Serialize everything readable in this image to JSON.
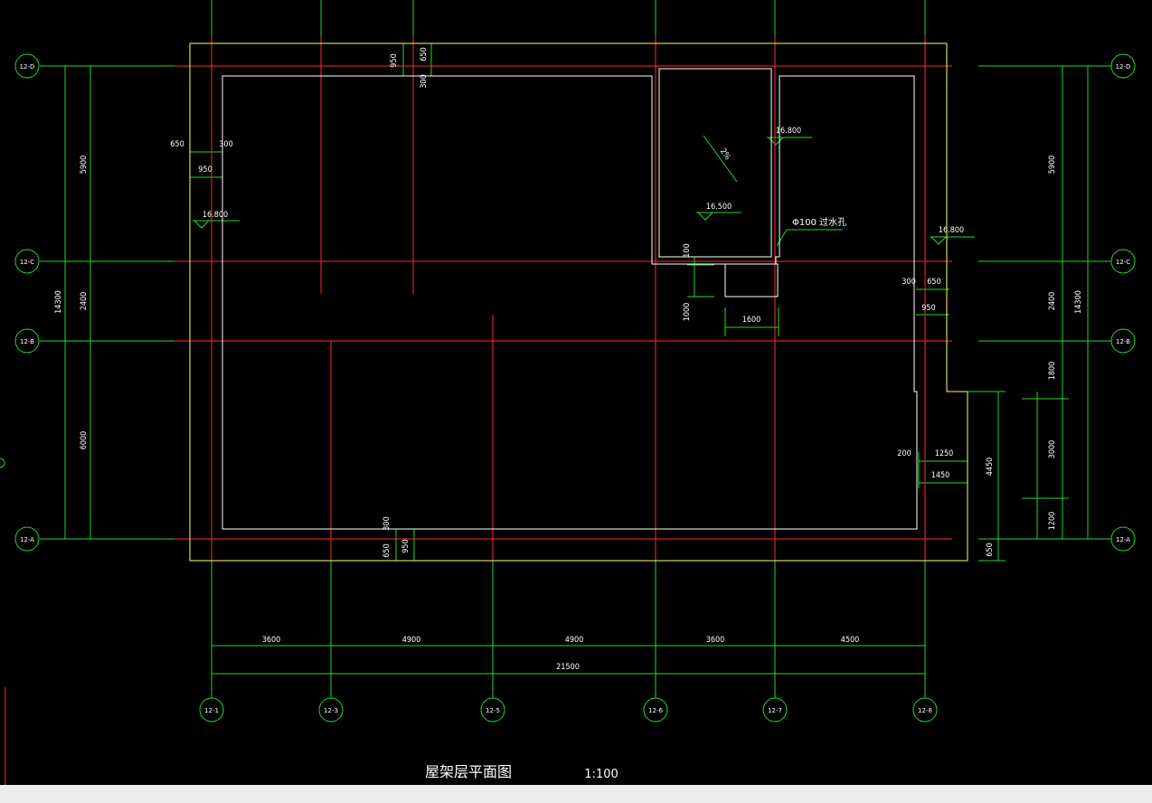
{
  "drawing": {
    "title": "屋架层平面图",
    "scale": "1:100",
    "colors": {
      "background": "#000000",
      "axis_line": "#ff2a2a",
      "dimension": "#22dd22",
      "wall_outline": "#ffff66",
      "inner_outline": "#ffffff",
      "statusbar": "#ececec"
    },
    "axes_horizontal": [
      "12-D",
      "12-C",
      "12-B",
      "12-A"
    ],
    "axes_vertical": [
      "12-1",
      "12-3",
      "12-5",
      "12-6",
      "12-7",
      "12-8"
    ],
    "bottom_dims": [
      "3600",
      "4900",
      "4900",
      "3600",
      "4500"
    ],
    "bottom_total": "21500",
    "left_dims": [
      "5900",
      "2400",
      "6000"
    ],
    "left_total": "14300",
    "right_dims": [
      "5900",
      "2400"
    ],
    "right_total": "14300",
    "right_lower_dims": [
      "1800",
      "3000",
      "1200"
    ],
    "right_lower_total": "4450",
    "dim_650": "650",
    "dim_950": "950",
    "dim_300": "300",
    "dim_200": "200",
    "dim_1250": "1250",
    "dim_1450": "1450",
    "dim_1600": "1600",
    "dim_1000": "1000",
    "dim_100": "100",
    "elev_16800": "16.800",
    "elev_16500": "16.500",
    "slope": "2%",
    "drain_label": "Φ100 过水孔"
  }
}
